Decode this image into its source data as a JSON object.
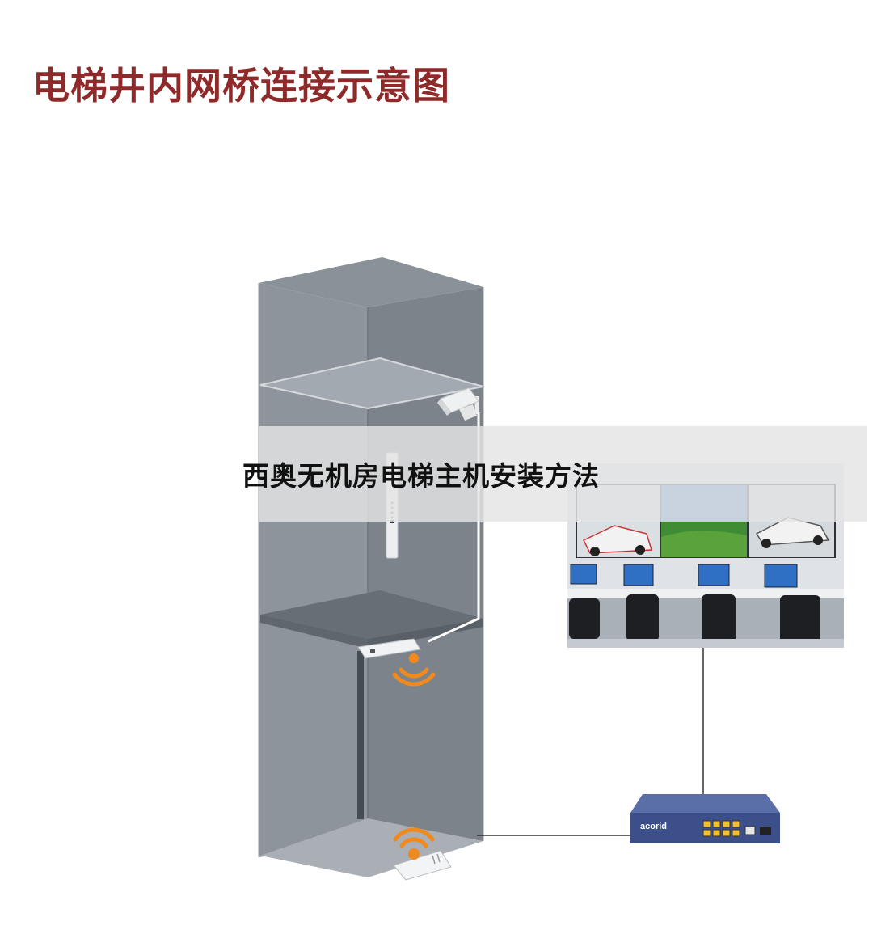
{
  "header": {
    "title": "电梯井内网桥连接示意图"
  },
  "overlay": {
    "title": "西奥无机房电梯主机安装方法"
  },
  "switch": {
    "brand": "acorid"
  },
  "icons": {
    "camera": "cctv-camera-icon",
    "wifi_top": "wifi-signal-icon",
    "wifi_bottom": "wifi-signal-icon"
  },
  "colors": {
    "title_red": "#8f2a2a",
    "shaft_gray": "#7f868e",
    "wifi_orange": "#f08a1e",
    "switch_blue": "#3c4f8a"
  }
}
